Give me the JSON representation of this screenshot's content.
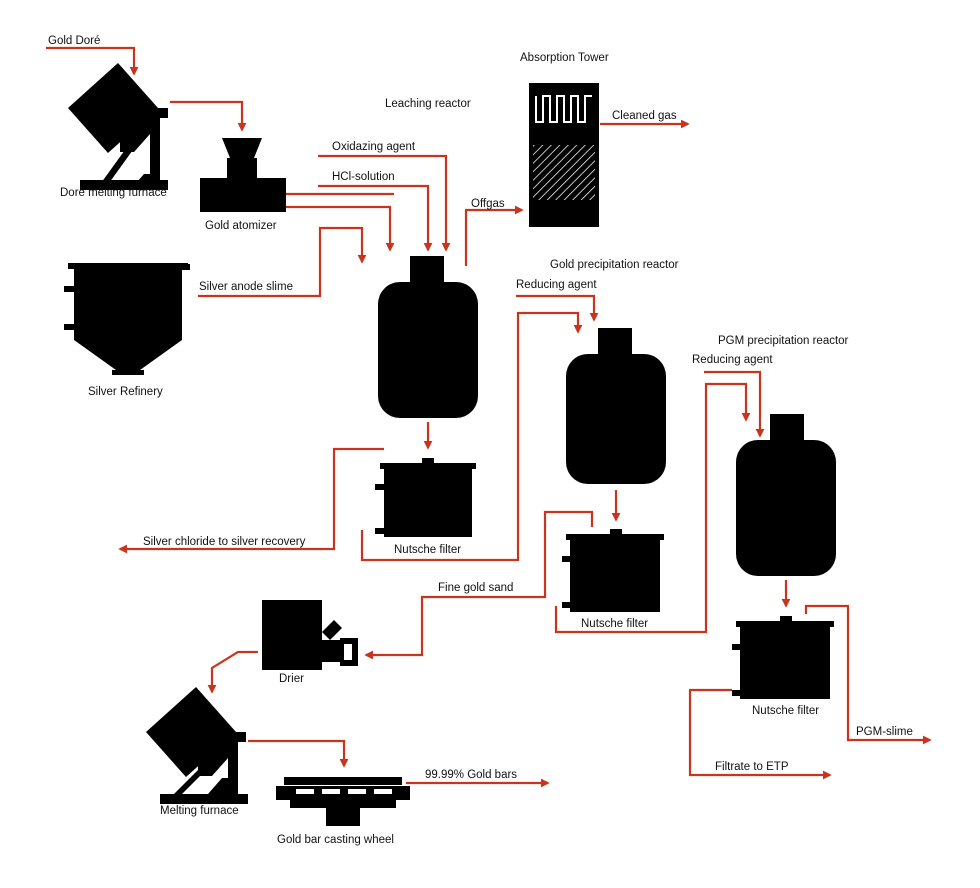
{
  "labels": {
    "gold_dore": "Gold Doré",
    "dore_melting_furnace": "Doré melting furnace",
    "gold_atomizer": "Gold atomizer",
    "silver_anode_slime": "Silver anode slime",
    "silver_refinery": "Silver Refinery",
    "leaching_reactor": "Leaching reactor",
    "oxidizing_agent": "Oxidazing agent",
    "hcl_solution": "HCl-solution",
    "offgas": "Offgas",
    "absorption_tower": "Absorption Tower",
    "cleaned_gas": "Cleaned gas",
    "gold_precipitation_reactor": "Gold precipitation reactor",
    "reducing_agent_1": "Reducing agent",
    "pgm_precipitation_reactor": "PGM precipitation reactor",
    "reducing_agent_2": "Reducing agent",
    "nutsche_filter_1": "Nutsche filter",
    "nutsche_filter_2": "Nutsche filter",
    "nutsche_filter_3": "Nutsche filter",
    "silver_chloride": "Silver chloride to silver recovery",
    "fine_gold_sand": "Fine gold sand",
    "drier": "Drier",
    "melting_furnace": "Melting furnace",
    "casting_wheel": "Gold bar casting wheel",
    "gold_bars": "99.99% Gold bars",
    "pgm_slime": "PGM-slime",
    "filtrate_to_etp": "Filtrate to ETP"
  },
  "colors": {
    "flow_line": "#c8341e",
    "equipment": "#000000",
    "background": "#ffffff"
  }
}
